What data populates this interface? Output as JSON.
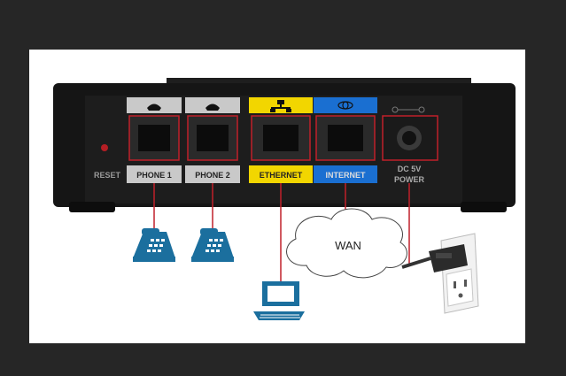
{
  "device": {
    "reset_label": "RESET",
    "ports": [
      {
        "label": "PHONE 1",
        "color": "#c9c9c9",
        "icon": "telephone-icon"
      },
      {
        "label": "PHONE 2",
        "color": "#c9c9c9",
        "icon": "telephone-icon"
      },
      {
        "label": "ETHERNET",
        "color": "#f2d600",
        "icon": "network-icon"
      },
      {
        "label": "INTERNET",
        "color": "#1a6fd1",
        "icon": "globe-icon"
      }
    ],
    "power_label_line1": "DC 5V",
    "power_label_line2": "POWER"
  },
  "connections": {
    "cloud_label": "WAN",
    "phone_icon": "ip-phone-icon",
    "computer_icon": "computer-icon",
    "outlet_icon": "power-outlet-icon"
  },
  "colors": {
    "connector_line": "#c0202a",
    "device_body": "#151515",
    "phone_blue": "#1b6f9e"
  }
}
